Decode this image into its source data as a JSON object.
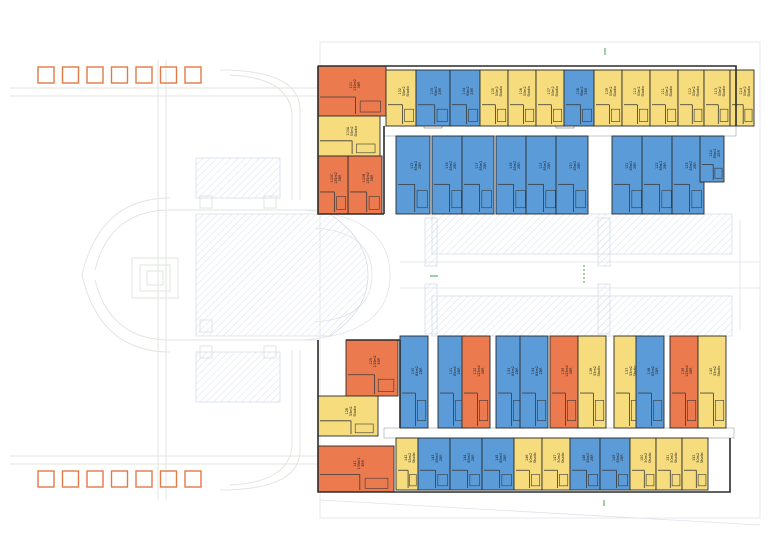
{
  "colors": {
    "orange": "#ec7a4f",
    "yellow": "#f6dc7c",
    "blue": "#5b9bd8",
    "accent_squares": "#e07a48",
    "green_marker": "#3fa34d"
  },
  "units": {
    "top_row": [
      {
        "id": "101",
        "area": "135m2",
        "type": "3BR",
        "color": "orange"
      },
      {
        "id": "102",
        "area": "55m2",
        "type": "Studio",
        "color": "yellow"
      },
      {
        "id": "103",
        "area": "95m2",
        "type": "2BR",
        "color": "blue"
      },
      {
        "id": "104",
        "area": "95m2",
        "type": "2BR",
        "color": "blue"
      },
      {
        "id": "105",
        "area": "50m2",
        "type": "Studio",
        "color": "yellow"
      },
      {
        "id": "106",
        "area": "50m2",
        "type": "Studio",
        "color": "yellow"
      },
      {
        "id": "107",
        "area": "50m2",
        "type": "Studio",
        "color": "yellow"
      },
      {
        "id": "108",
        "area": "95m2",
        "type": "2BR",
        "color": "blue"
      },
      {
        "id": "109",
        "area": "50m2",
        "type": "Studio",
        "color": "yellow"
      },
      {
        "id": "110",
        "area": "50m2",
        "type": "Studio",
        "color": "yellow"
      },
      {
        "id": "111",
        "area": "50m2",
        "type": "Studio",
        "color": "yellow"
      },
      {
        "id": "112",
        "area": "50m2",
        "type": "Studio",
        "color": "yellow"
      },
      {
        "id": "113",
        "area": "50m2",
        "type": "Studio",
        "color": "yellow"
      },
      {
        "id": "114",
        "area": "50m2",
        "type": "Studio",
        "color": "yellow"
      }
    ],
    "upper_wing_inner": [
      {
        "id": "115",
        "area": "85m2",
        "type": "2BR",
        "color": "blue"
      },
      {
        "id": "116",
        "area": "85m2",
        "type": "2BR",
        "color": "blue"
      },
      {
        "id": "117",
        "area": "85m2",
        "type": "2BR",
        "color": "blue"
      },
      {
        "id": "118",
        "area": "85m2",
        "type": "2BR",
        "color": "blue"
      },
      {
        "id": "119",
        "area": "85m2",
        "type": "2BR",
        "color": "blue"
      },
      {
        "id": "120",
        "area": "85m2",
        "type": "2BR",
        "color": "blue"
      },
      {
        "id": "121",
        "area": "85m2",
        "type": "2BR",
        "color": "blue"
      },
      {
        "id": "122",
        "area": "85m2",
        "type": "2BR",
        "color": "blue"
      },
      {
        "id": "123",
        "area": "85m2",
        "type": "2BR",
        "color": "blue"
      }
    ],
    "lower_wing_inner": [
      {
        "id": "130",
        "area": "85m2",
        "type": "2BR",
        "color": "blue"
      },
      {
        "id": "131",
        "area": "85m2",
        "type": "2BR",
        "color": "blue"
      },
      {
        "id": "132",
        "area": "125m2",
        "type": "3BR",
        "color": "orange"
      },
      {
        "id": "133",
        "area": "85m2",
        "type": "2BR",
        "color": "blue"
      },
      {
        "id": "134",
        "area": "85m2",
        "type": "2BR",
        "color": "blue"
      },
      {
        "id": "135",
        "area": "125m2",
        "type": "3BR",
        "color": "orange"
      },
      {
        "id": "136",
        "area": "55m2",
        "type": "Studio",
        "color": "yellow"
      },
      {
        "id": "137",
        "area": "55m2",
        "type": "Studio",
        "color": "yellow"
      },
      {
        "id": "138",
        "area": "85m2",
        "type": "2BR",
        "color": "blue"
      },
      {
        "id": "139",
        "area": "125m2",
        "type": "3BR",
        "color": "orange"
      },
      {
        "id": "140",
        "area": "55m2",
        "type": "Studio",
        "color": "yellow"
      }
    ],
    "bottom_row": [
      {
        "id": "141",
        "area": "135m2",
        "type": "3BR",
        "color": "orange"
      },
      {
        "id": "142",
        "area": "55m2",
        "type": "Studio",
        "color": "yellow"
      },
      {
        "id": "143",
        "area": "85m2",
        "type": "2BR",
        "color": "blue"
      },
      {
        "id": "144",
        "area": "85m2",
        "type": "2BR",
        "color": "blue"
      },
      {
        "id": "145",
        "area": "85m2",
        "type": "2BR",
        "color": "blue"
      },
      {
        "id": "146",
        "area": "50m2",
        "type": "Studio",
        "color": "yellow"
      },
      {
        "id": "147",
        "area": "50m2",
        "type": "Studio",
        "color": "yellow"
      },
      {
        "id": "148",
        "area": "85m2",
        "type": "2BR",
        "color": "blue"
      },
      {
        "id": "149",
        "area": "85m2",
        "type": "2BR",
        "color": "blue"
      },
      {
        "id": "150",
        "area": "50m2",
        "type": "Studio",
        "color": "yellow"
      },
      {
        "id": "151",
        "area": "50m2",
        "type": "Studio",
        "color": "yellow"
      },
      {
        "id": "152",
        "area": "50m2",
        "type": "Studio",
        "color": "yellow"
      }
    ]
  }
}
